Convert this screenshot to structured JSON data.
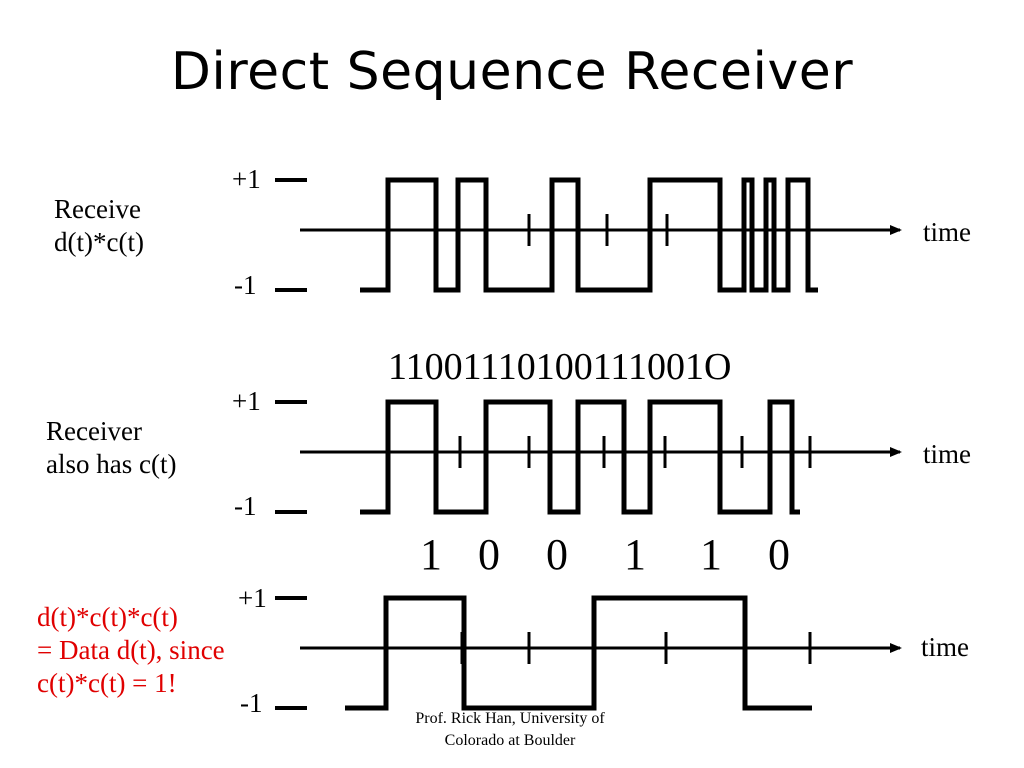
{
  "title": "Direct Sequence Receiver",
  "panel1": {
    "label_line1": "Receive",
    "label_line2": "d(t)*c(t)",
    "plus_label": "+1",
    "minus_label": "-1",
    "time_label": "time"
  },
  "panel2": {
    "label_line1": "Receiver",
    "label_line2": "also has c(t)",
    "plus_label": "+1",
    "minus_label": "-1",
    "time_label": "time",
    "code_bits": "11001110100111001O"
  },
  "panel3": {
    "label_line1": "d(t)*c(t)*c(t)",
    "label_line2": "= Data d(t), since",
    "label_line3": "c(t)*c(t) = 1!",
    "plus_label": "+1",
    "minus_label": "-1",
    "time_label": "time",
    "data_bits": [
      "1",
      "0",
      "0",
      "1",
      "1",
      "0"
    ]
  },
  "footer": {
    "line1": "Prof. Rick Han, University of",
    "line2": "Colorado at Boulder"
  },
  "colors": {
    "text": "#000000",
    "highlight": "#e00000",
    "background": "#ffffff"
  }
}
